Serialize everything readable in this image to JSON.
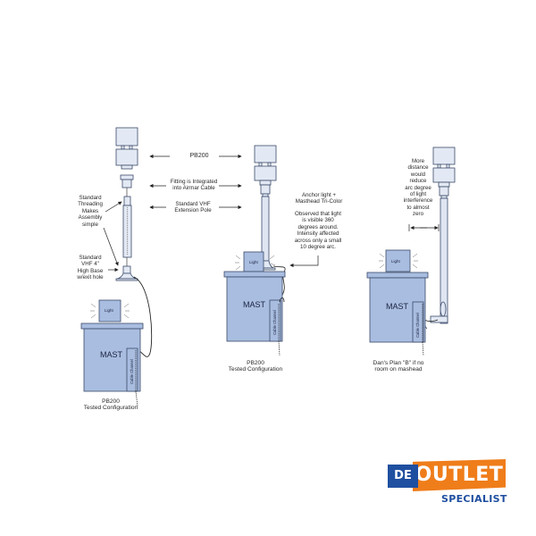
{
  "diagram": {
    "center_labels": {
      "pb200": "PB200",
      "fitting": "Fitting is Integrated\ninto Airmar Cable",
      "extension_pole": "Standard VHF\nExtension Pole"
    },
    "config_left": {
      "threading_note": "Standard\nThreading\nMakes\nAssembly\nsimple",
      "base_note": "Standard\nVHF 4\"\nHigh Base\nw/exit hole",
      "light_label": "Light",
      "mast_label": "MAST",
      "cable_channel_label": "Cable Channel",
      "caption": "PB200\nTested Configuration"
    },
    "config_middle": {
      "note_title": "Anchor light +\nMasthead Tri-Color",
      "note_body": "Observed that light\nis visible 360\ndegrees around.\nIntensity affected\nacross only a small\n10 degree arc.",
      "light_label": "Light",
      "mast_label": "MAST",
      "cable_channel_label": "Cable Channel",
      "caption": "PB200\nTested Configuration"
    },
    "config_right": {
      "distance_note": "More\ndistance\nwould\nreduce\narc degree\nof light\ninterference\nto almost\nzero",
      "light_label": "Light",
      "mast_label": "MAST",
      "cable_channel_label": "Cable Channel",
      "caption": "Dan's Plan \"B\" if no\nroom on mashead"
    },
    "colors": {
      "mast_fill": "#a9bde0",
      "mast_stroke": "#3a4a6a",
      "sensor_fill": "#e3e9f4",
      "pole_fill": "#dfe6f2"
    }
  },
  "logo": {
    "prefix": "DE",
    "main": "OUTLET",
    "sub": "SPECIALIST",
    "colors": {
      "blue": "#1f4fa0",
      "orange": "#ef7d1a"
    }
  }
}
